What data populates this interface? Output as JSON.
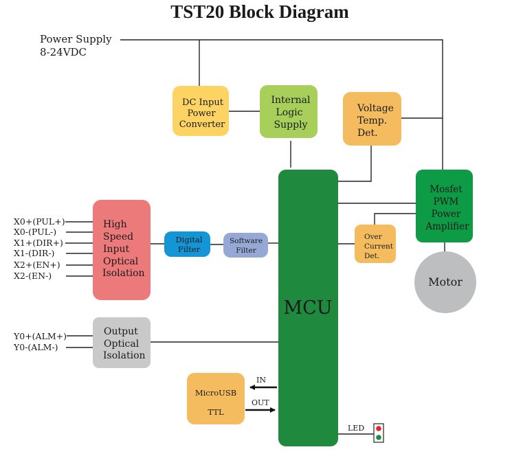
{
  "title": "TST20 Block Diagram",
  "power_supply": {
    "line1": "Power Supply",
    "line2": "8-24VDC"
  },
  "blocks": {
    "dc_input": {
      "lines": [
        "DC Input",
        "Power",
        "Converter"
      ],
      "color": "#FDD464"
    },
    "internal_logic": {
      "lines": [
        "Internal",
        "Logic",
        "Supply"
      ],
      "color": "#A8CF5A"
    },
    "voltage_temp": {
      "lines": [
        "Voltage",
        "Temp.",
        "Det."
      ],
      "color": "#F4BC5E"
    },
    "mcu": {
      "label": "MCU",
      "color": "#1F8A3E"
    },
    "mosfet": {
      "lines": [
        "Mosfet",
        "PWM",
        "Power",
        "Amplifier"
      ],
      "color": "#0E9B45"
    },
    "over_current": {
      "lines": [
        "Over",
        "Current",
        "Det."
      ],
      "color": "#F4BC5E"
    },
    "motor": {
      "label": "Motor",
      "color": "#BDBEC0"
    },
    "high_speed_input": {
      "lines": [
        "High",
        "Speed",
        "Input",
        "Optical",
        "Isolation"
      ],
      "color": "#EC7A7A"
    },
    "digital_filter": {
      "lines": [
        "Digital",
        "Filter"
      ],
      "color": "#1495D6"
    },
    "software_filter": {
      "lines": [
        "Software",
        "Filter"
      ],
      "color": "#96A9D6"
    },
    "output_optical": {
      "lines": [
        "Output",
        "Optical",
        "Isolation"
      ],
      "color": "#C9C9C9"
    },
    "microusb": {
      "lines": [
        "MicroUSB",
        "TTL"
      ],
      "color": "#F4BC5E"
    }
  },
  "inputs": [
    "X0+(PUL+)",
    "X0-(PUL-)",
    "X1+(DIR+)",
    "X1-(DIR-)",
    "X2+(EN+)",
    "X2-(EN-)"
  ],
  "outputs": [
    "Y0+(ALM+)",
    "Y0-(ALM-)"
  ],
  "arrows": {
    "in": "IN",
    "out": "OUT"
  },
  "led": {
    "label": "LED",
    "colors": [
      "#E8202A",
      "#1C8C3E"
    ]
  }
}
